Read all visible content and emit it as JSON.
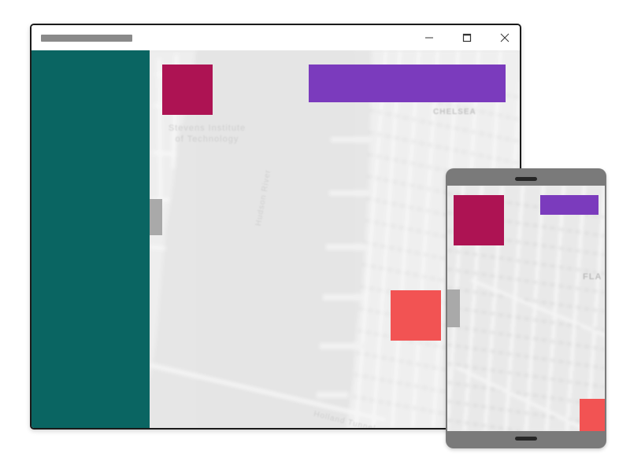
{
  "desktop_window": {
    "title": "",
    "controls": {
      "minimize": "minimize-icon",
      "maximize": "maximize-icon",
      "close": "close-icon"
    },
    "map_labels": {
      "neighborhood": "CHELSEA",
      "institute": "Stevens Institute of Technology",
      "river": "Hudson River",
      "tunnel": "Holland Tunnel"
    }
  },
  "mobile_device": {
    "map_labels": {
      "neighborhood": "FLA"
    }
  },
  "colors": {
    "nav_pane": "#0a6562",
    "block_crimson": "#ad1353",
    "block_purple": "#7b3bbd",
    "block_coral": "#f25353",
    "splitter_handle": "#a9a9a9",
    "device_frame": "#7a7a7a",
    "title_placeholder": "#8a8a8a"
  }
}
